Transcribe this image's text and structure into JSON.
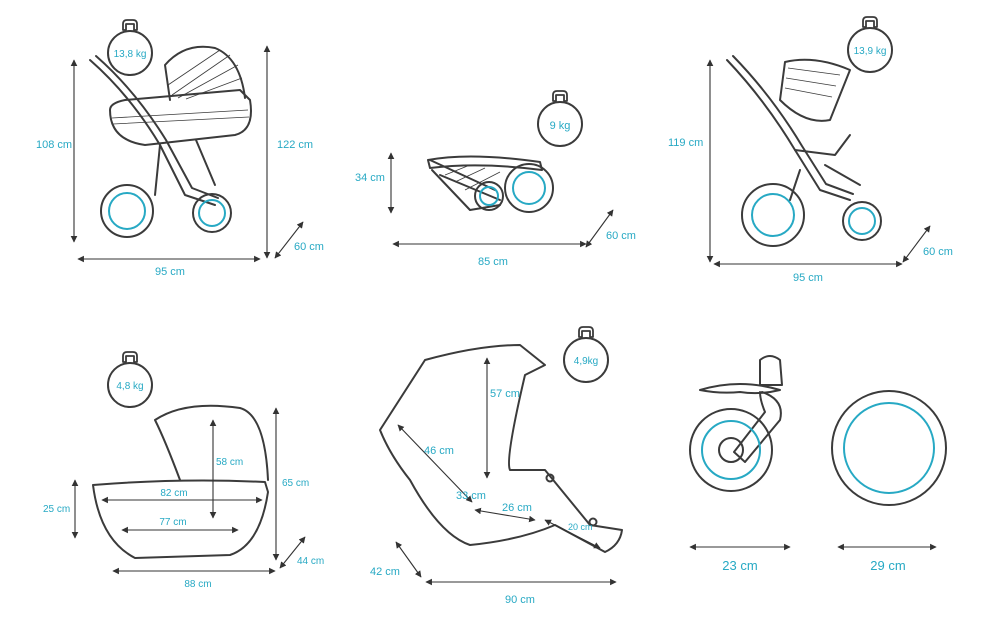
{
  "colors": {
    "accent": "#27a9c4",
    "line": "#3b3b3b",
    "background": "#ffffff"
  },
  "stroller_pram": {
    "weight": "13,8 kg",
    "height": "108 cm",
    "height_total": "122 cm",
    "width": "60 cm",
    "length": "95 cm"
  },
  "folded_frame": {
    "weight": "9 kg",
    "height": "34 cm",
    "width": "60 cm",
    "length": "85 cm"
  },
  "stroller_seat": {
    "weight": "13,9 kg",
    "height": "119 cm",
    "width": "60 cm",
    "length": "95 cm"
  },
  "carrycot": {
    "weight": "4,8 kg",
    "inner_height": "58 cm",
    "outer_length": "82 cm",
    "inner_length": "77 cm",
    "side_height": "25 cm",
    "total_height": "65 cm",
    "width": "44 cm",
    "length": "88 cm"
  },
  "seat_unit": {
    "weight": "4,9kg",
    "back_height": "57 cm",
    "back_length": "46 cm",
    "seat_depth": "33 cm",
    "seat_width": "26 cm",
    "footrest": "20 cm",
    "width": "42 cm",
    "length": "90 cm"
  },
  "wheels": {
    "front_wheel": "23 cm",
    "rear_wheel": "29 cm"
  }
}
